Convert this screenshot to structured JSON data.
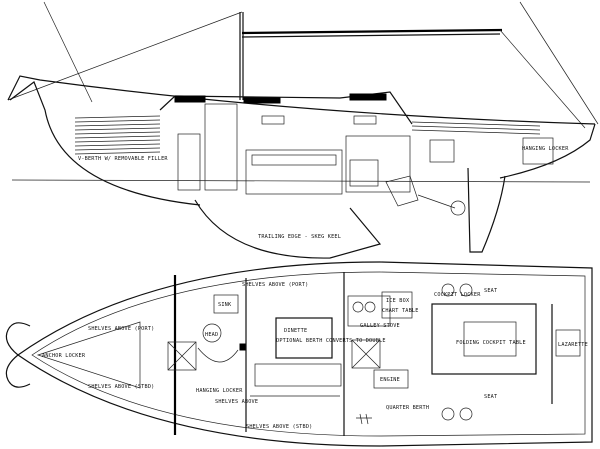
{
  "profile": {
    "forward_berth": "V-BERTH W/ REMOVABLE FILLER",
    "stern_locker": "HANGING LOCKER",
    "keel_note": "TRAILING EDGE - SKEG KEEL"
  },
  "plan": {
    "bow_locker": "ANCHOR LOCKER",
    "vberth_port": "SHELVES ABOVE (PORT)",
    "vberth_stbd": "SHELVES ABOVE (STBD)",
    "hanging_locker_port": "HANGING LOCKER",
    "shelves_port": "SHELVES ABOVE",
    "dinette_center": "DINETTE",
    "dinette_note": "OPTIONAL BERTH CONVERTS TO DOUBLE",
    "shelves_main_port": "SHELVES ABOVE (PORT)",
    "shelves_main_stbd": "SHELVES ABOVE (STBD)",
    "ice_box": "ICE BOX",
    "sink": "SINK",
    "galley_stove": "GALLEY STOVE",
    "chart_table": "CHART TABLE",
    "cockpit_locker": "COCKPIT LOCKER",
    "engine": "ENGINE",
    "cockpit_table": "FOLDING COCKPIT TABLE",
    "quarter_berth": "QUARTER BERTH",
    "seat_port": "SEAT",
    "seat_stbd": "SEAT",
    "transom": "LAZARETTE",
    "head": "HEAD"
  }
}
